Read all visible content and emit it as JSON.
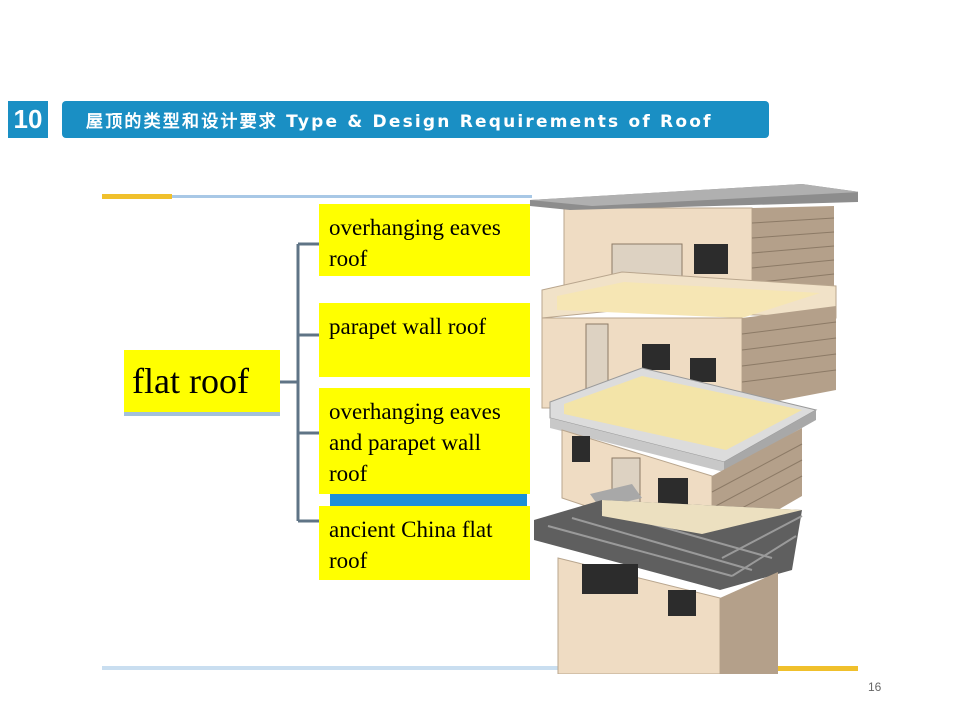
{
  "slide": {
    "number": "10",
    "title": "屋顶的类型和设计要求 Type & Design Requirements of Roof",
    "page_number": "16"
  },
  "diagram": {
    "root_label": "flat roof",
    "branches": [
      {
        "label": "overhanging eaves roof"
      },
      {
        "label": "parapet wall roof"
      },
      {
        "label": "overhanging eaves and parapet wall roof"
      },
      {
        "label": "ancient China flat roof"
      }
    ]
  },
  "colors": {
    "accent": "#1a8fc4",
    "highlight": "#ffff00",
    "wall": "#efdcc3",
    "roof_top": "#f6e6b4",
    "connector": "#5f7486"
  }
}
